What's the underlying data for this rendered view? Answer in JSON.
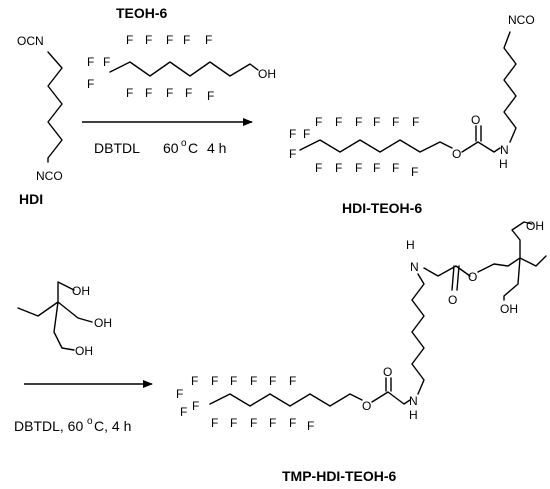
{
  "groups": {
    "nco": "OCN",
    "nco_end": "NCO",
    "f": "F",
    "oh": "OH",
    "o": "O",
    "n": "N",
    "h": "H"
  },
  "labels": {
    "hdi": "HDI",
    "teoh6": "TEOH-6",
    "hdi_teoh6": "HDI-TEOH-6",
    "tmp_hdi_teoh6": "TMP-HDI-TEOH-6"
  },
  "conditions": {
    "step1_catalyst": "DBTDL",
    "step1_temp": "60",
    "step1_temp_sup": "o",
    "step1_temp_unit": "C",
    "step1_time": "4 h",
    "step2_text": "DBTDL, 60",
    "step2_temp_sup": "o",
    "step2_rest": "C, 4 h"
  }
}
